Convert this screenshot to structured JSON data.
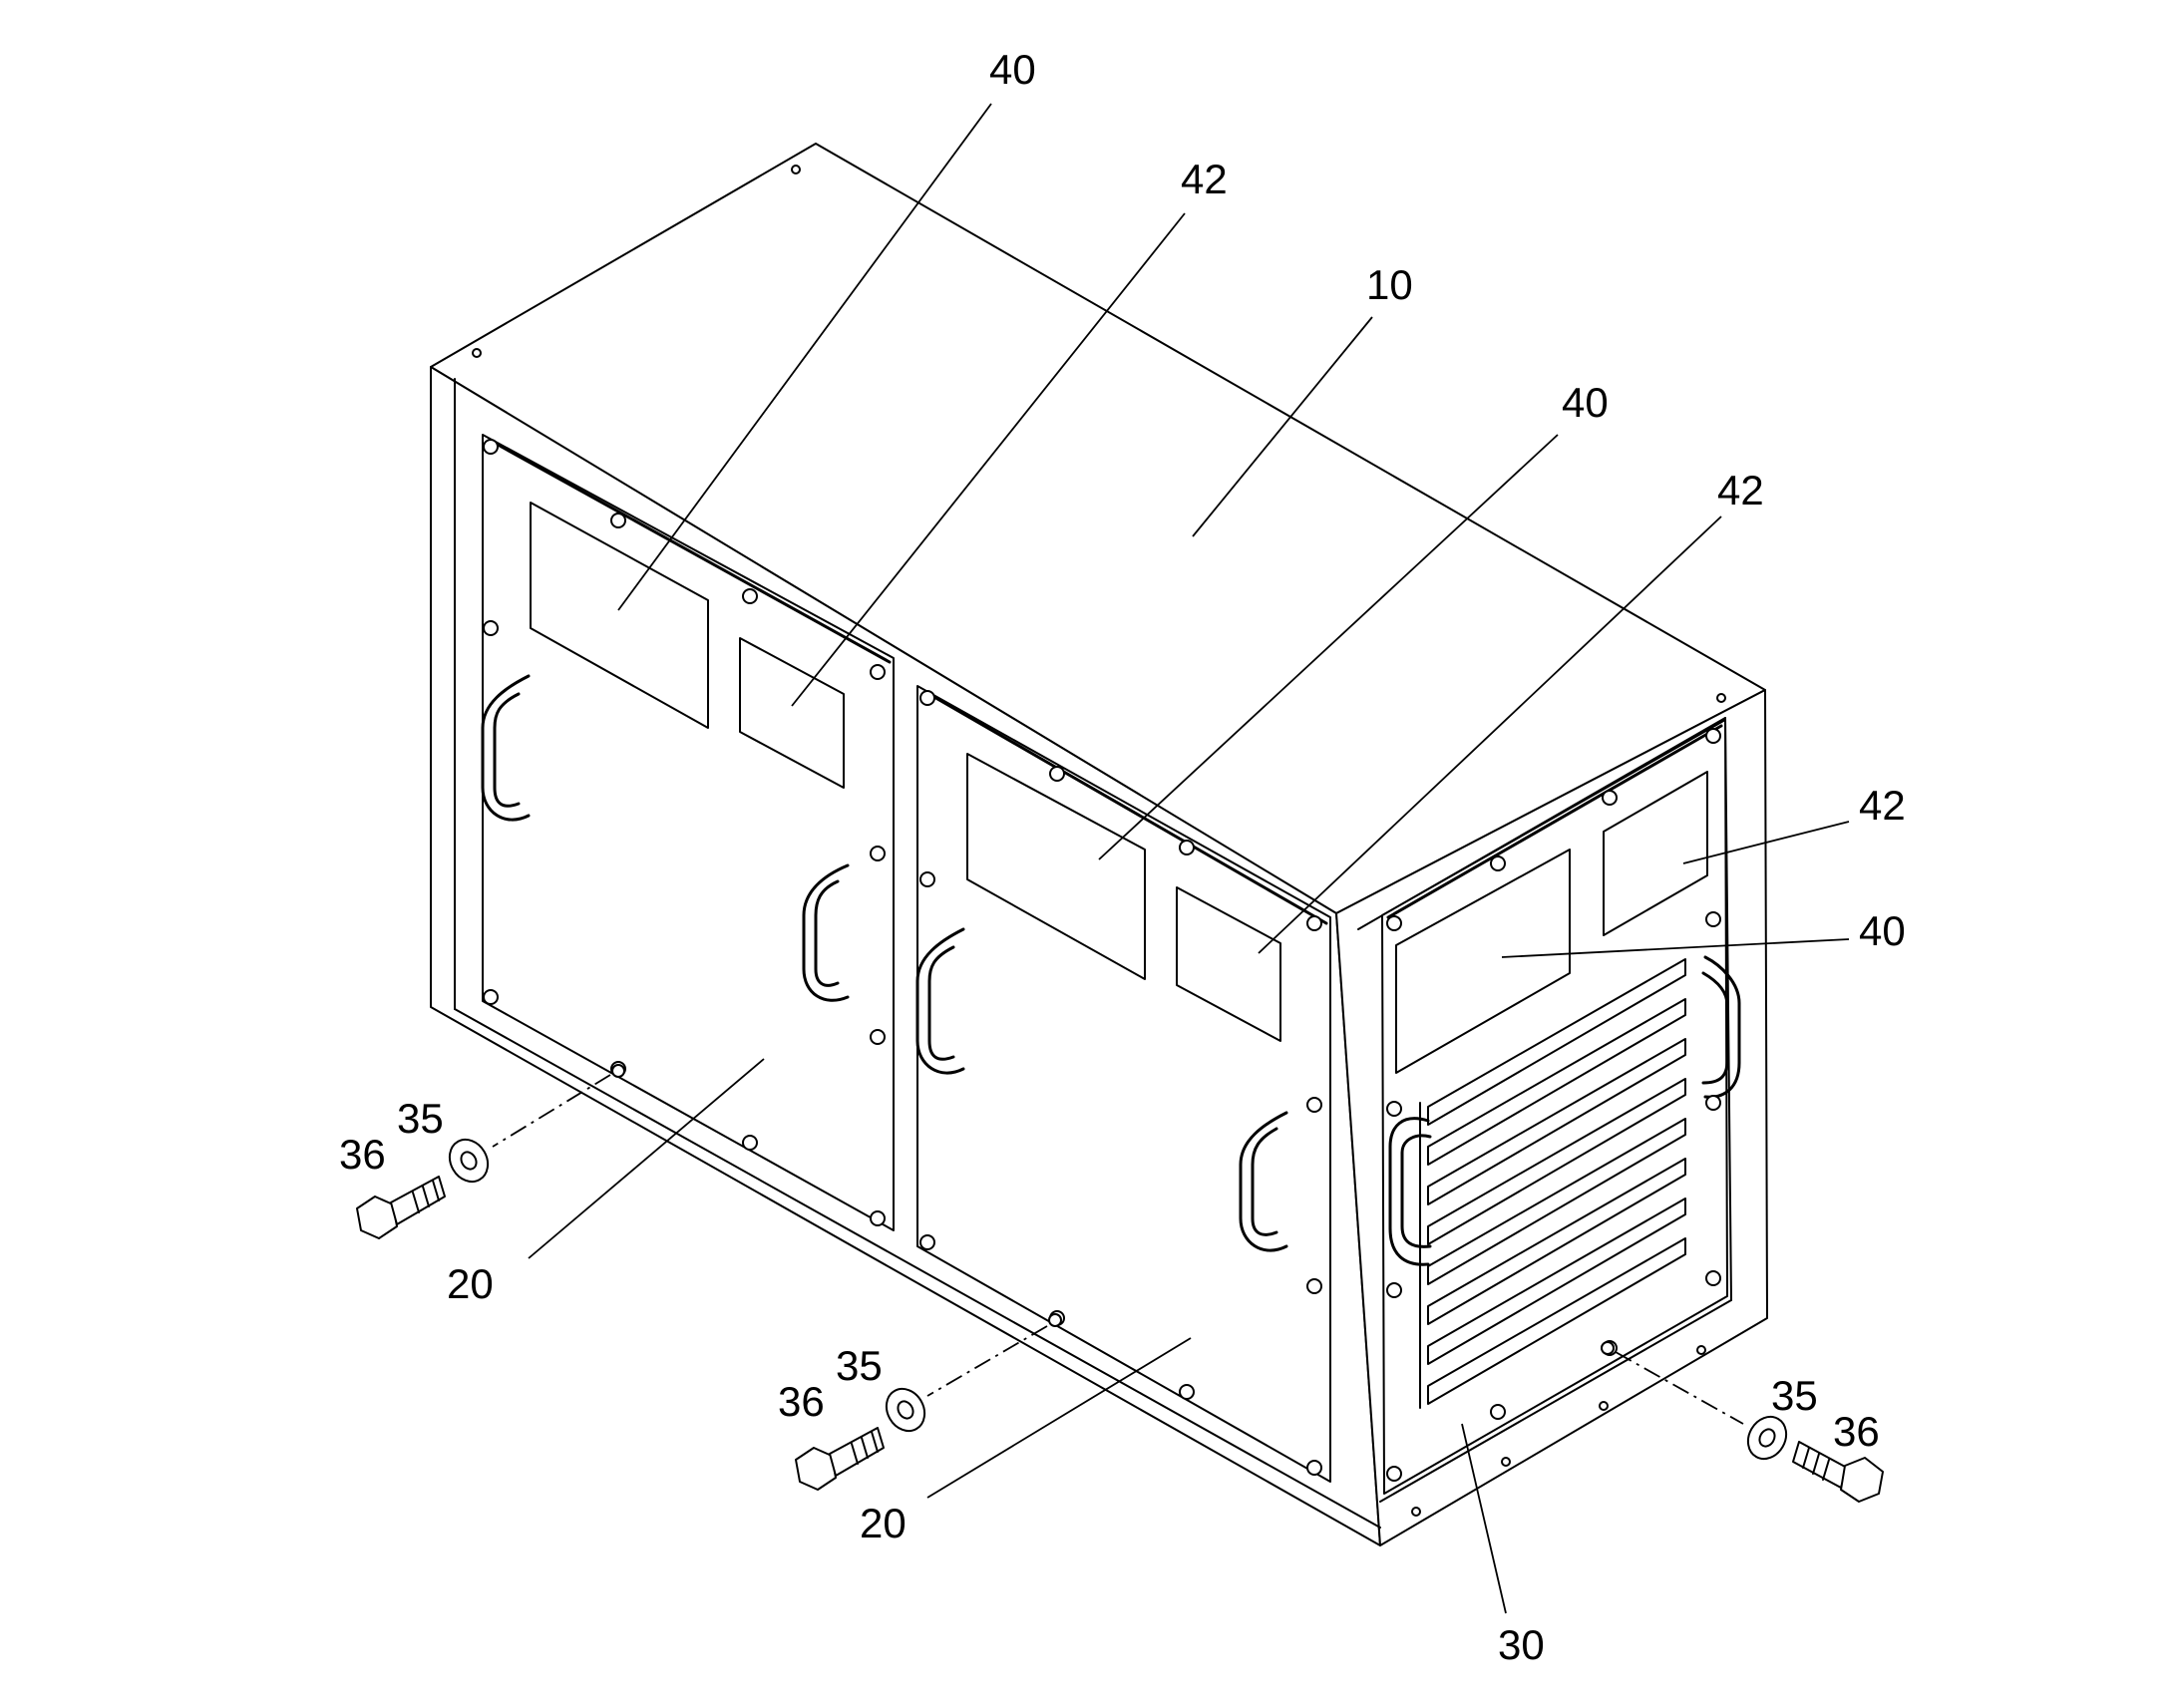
{
  "labels": {
    "top_cover": "10",
    "side_panel": "20",
    "end_panel": "30",
    "washer": "35",
    "bolt": "36",
    "large_plate": "40",
    "small_plate": "42"
  }
}
